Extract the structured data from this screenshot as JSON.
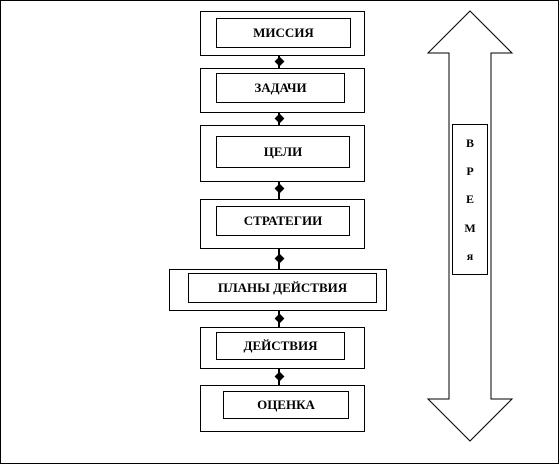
{
  "diagram": {
    "stages": [
      {
        "id": "mission",
        "label": "МИССИЯ"
      },
      {
        "id": "tasks",
        "label": "ЗАДАЧИ"
      },
      {
        "id": "goals",
        "label": "ЦЕЛИ"
      },
      {
        "id": "strategies",
        "label": "СТРАТЕГИИ"
      },
      {
        "id": "action-plans",
        "label": "ПЛАНЫ ДЕЙСТВИЯ"
      },
      {
        "id": "actions",
        "label": "ДЕЙСТВИЯ"
      },
      {
        "id": "evaluation",
        "label": "ОЦЕНКА"
      }
    ],
    "time_axis": {
      "letters": [
        "В",
        "Р",
        "Е",
        "М",
        "я"
      ],
      "direction": "bidirectional"
    }
  }
}
